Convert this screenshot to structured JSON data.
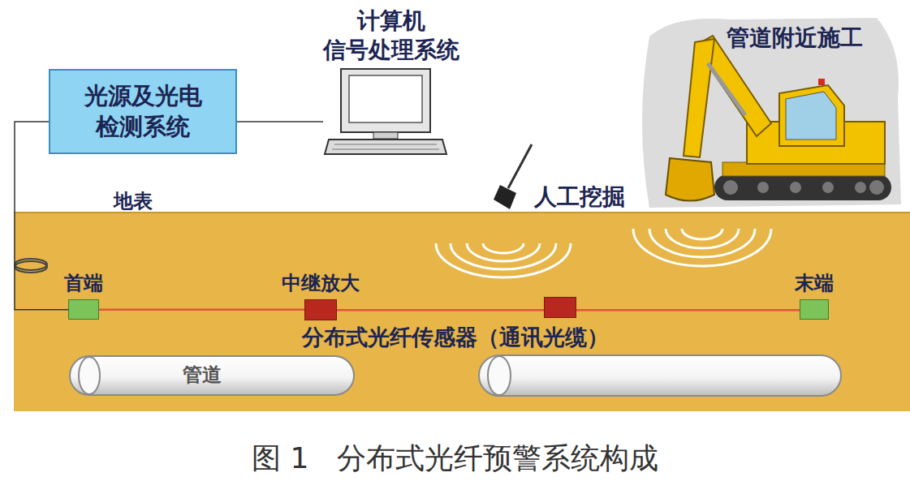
{
  "diagram": {
    "caption": "图 1   分布式光纤预警系统构成",
    "nodes": [
      {
        "text": [
          "光源及光电 检测系统"
        ]
      },
      {
        "text": [
          "计算机 信号处理系统"
        ]
      },
      {
        "text": [
          "首端"
        ]
      },
      {
        "text": [
          "中继放大"
        ]
      },
      {
        "text": [
          "末端"
        ]
      },
      {
        "text": [
          "管道"
        ]
      }
    ],
    "edges": [
      {
        "from": 0,
        "to": 1,
        "arrow": "none"
      },
      {
        "from": 0,
        "to": 2,
        "arrow": "none"
      },
      {
        "from": 2,
        "to": 3,
        "arrow": "none"
      },
      {
        "from": 3,
        "to": 4,
        "arrow": "none"
      }
    ],
    "labels": [
      "管道附近施工",
      "人工挖掘",
      "地表",
      "分布式光纤传感器（通讯光缆）"
    ]
  }
}
